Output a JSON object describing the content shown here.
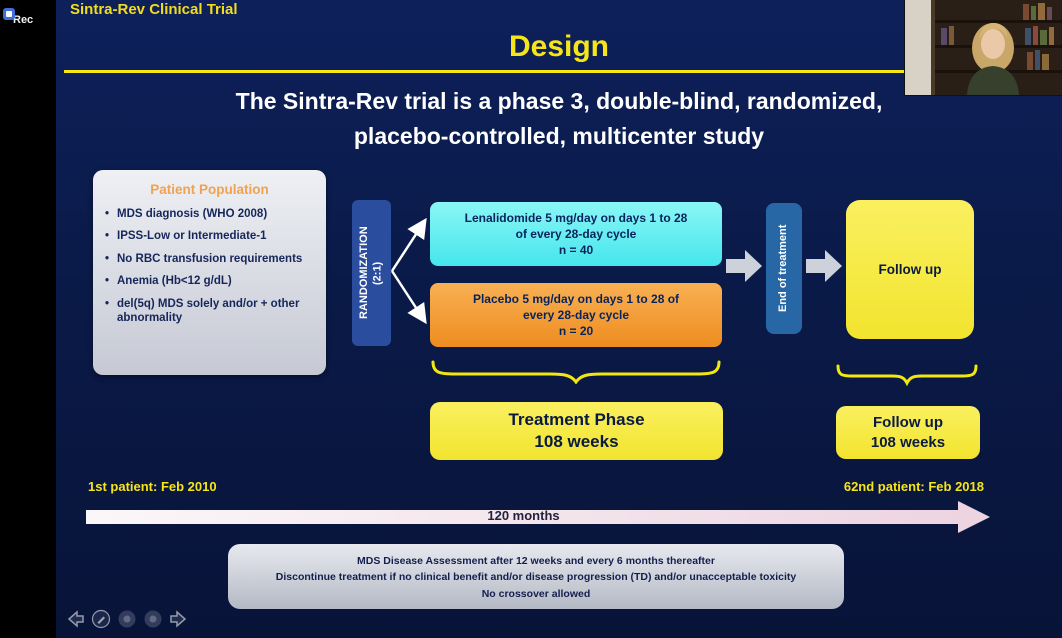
{
  "meta": {
    "rec_label": "Rec"
  },
  "colors": {
    "slide_bg": "#0a1a48",
    "accent_yellow": "#f6e519",
    "arm_cyan": "#5ceef2",
    "arm_orange": "#f29d3b",
    "randomization_blue": "#2b4d9e",
    "end_of_treatment_blue": "#2767a6",
    "timeline_pink": "#ecd3e0",
    "panel_gray": "#c6c9d4"
  },
  "slide": {
    "header": "Sintra-Rev Clinical Trial",
    "title": "Design",
    "subtitle": "The Sintra-Rev trial is a phase 3, double-blind, randomized,\nplacebo-controlled, multicenter study",
    "patient_population": {
      "title": "Patient Population",
      "bullets": [
        "MDS diagnosis (WHO 2008)",
        "IPSS-Low or Intermediate-1",
        "No RBC transfusion requirements",
        "Anemia (Hb<12 g/dL)",
        "del(5q) MDS solely and/or + other abnormality"
      ]
    },
    "randomization": "RANDOMIZATION\n(2:1)",
    "arms": {
      "lenalidomide": "Lenalidomide 5 mg/day on days 1 to 28\nof every 28-day cycle\nn = 40",
      "placebo": "Placebo 5 mg/day on days 1 to 28 of\nevery 28-day cycle\nn = 20"
    },
    "end_of_treatment": "End of treatment",
    "follow_up": "Follow up",
    "treatment_phase": "Treatment Phase\n108 weeks",
    "follow_up_duration": "Follow up\n108 weeks",
    "timeline": {
      "start": "1st patient: Feb 2010",
      "end": "62nd patient: Feb 2018",
      "duration": "120 months"
    },
    "footer_notes": {
      "line1": "MDS Disease Assessment after 12 weeks and every 6 months thereafter",
      "line2": "Discontinue treatment if no clinical benefit and/or disease progression (TD) and/or unacceptable toxicity",
      "line3": "No crossover allowed"
    }
  }
}
